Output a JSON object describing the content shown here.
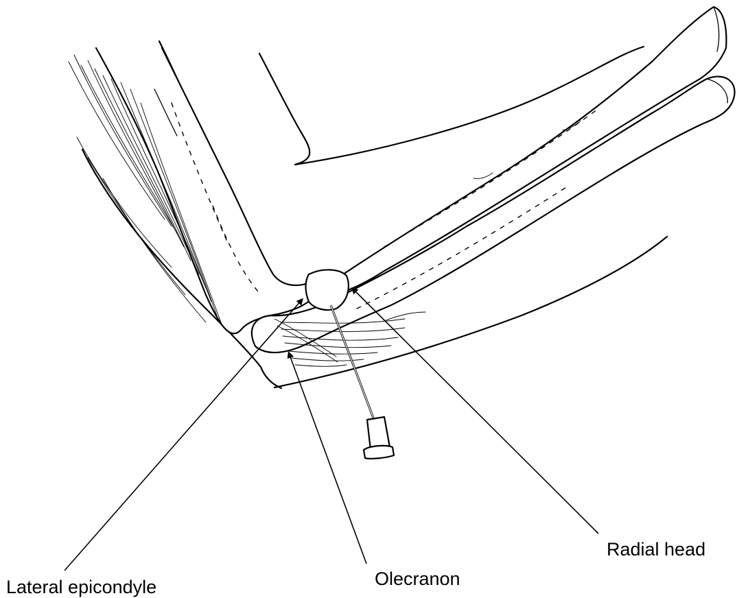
{
  "labels": {
    "radial_head": "Radial head",
    "olecranon": "Olecranon",
    "lateral_epicondyle": "Lateral epicondyle"
  }
}
